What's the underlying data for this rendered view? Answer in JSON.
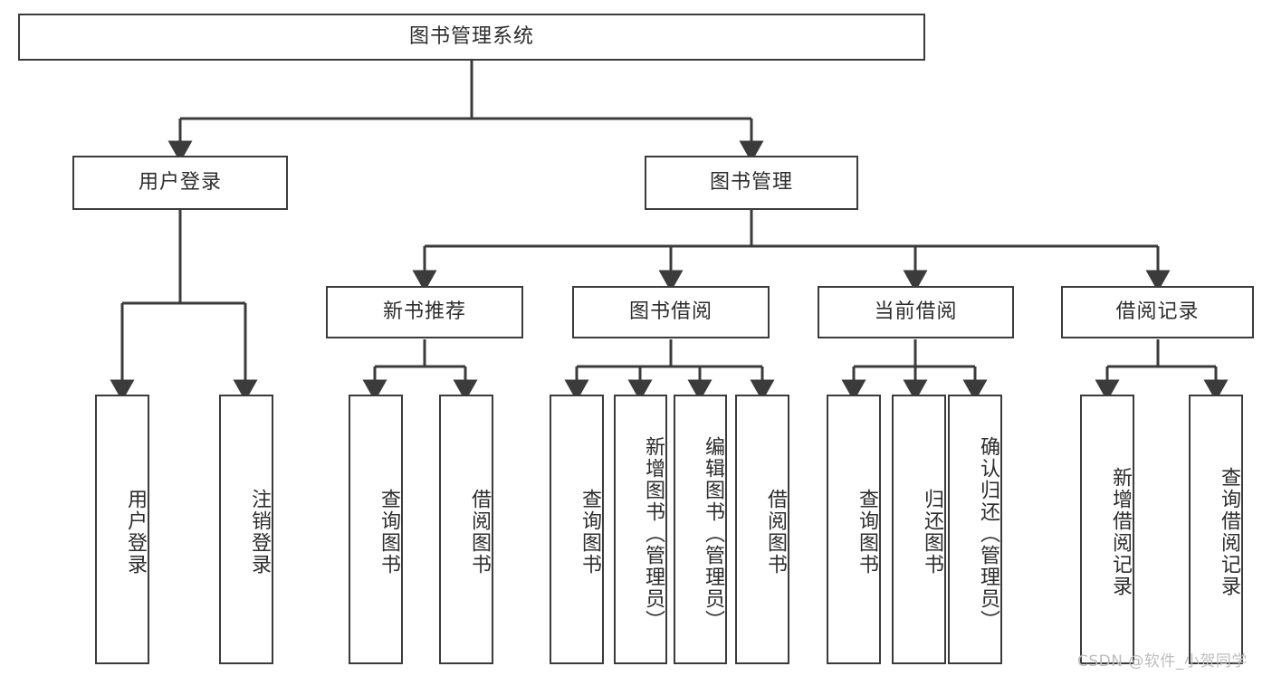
{
  "diagram": {
    "title_node": {
      "label": "图书管理系统"
    },
    "level2": [
      {
        "label": "用户登录"
      },
      {
        "label": "图书管理"
      }
    ],
    "level3": [
      {
        "label": "新书推荐"
      },
      {
        "label": "图书借阅"
      },
      {
        "label": "当前借阅"
      },
      {
        "label": "借阅记录"
      }
    ],
    "leaves": {
      "user_login": [
        {
          "label": "用户登录"
        },
        {
          "label": "注销登录"
        }
      ],
      "new_book_recommend": [
        {
          "label": "查询图书"
        },
        {
          "label": "借阅图书"
        }
      ],
      "book_borrow": [
        {
          "label": "查询图书"
        },
        {
          "label": "新增图书（管理员）"
        },
        {
          "label": "编辑图书（管理员）"
        },
        {
          "label": "借阅图书"
        }
      ],
      "current_borrow": [
        {
          "label": "查询图书"
        },
        {
          "label": "归还图书"
        },
        {
          "label": "确认归还（管理员）"
        }
      ],
      "borrow_record": [
        {
          "label": "新增借阅记录"
        },
        {
          "label": "查询借阅记录"
        }
      ]
    }
  },
  "watermark": {
    "text": "CSDN @软件_小贺同学"
  },
  "colors": {
    "line": "#3b3b3b",
    "box_fill": "#ffffff",
    "text": "#2c2c2c",
    "watermark": "#bcbcbc",
    "background": "#ffffff"
  }
}
